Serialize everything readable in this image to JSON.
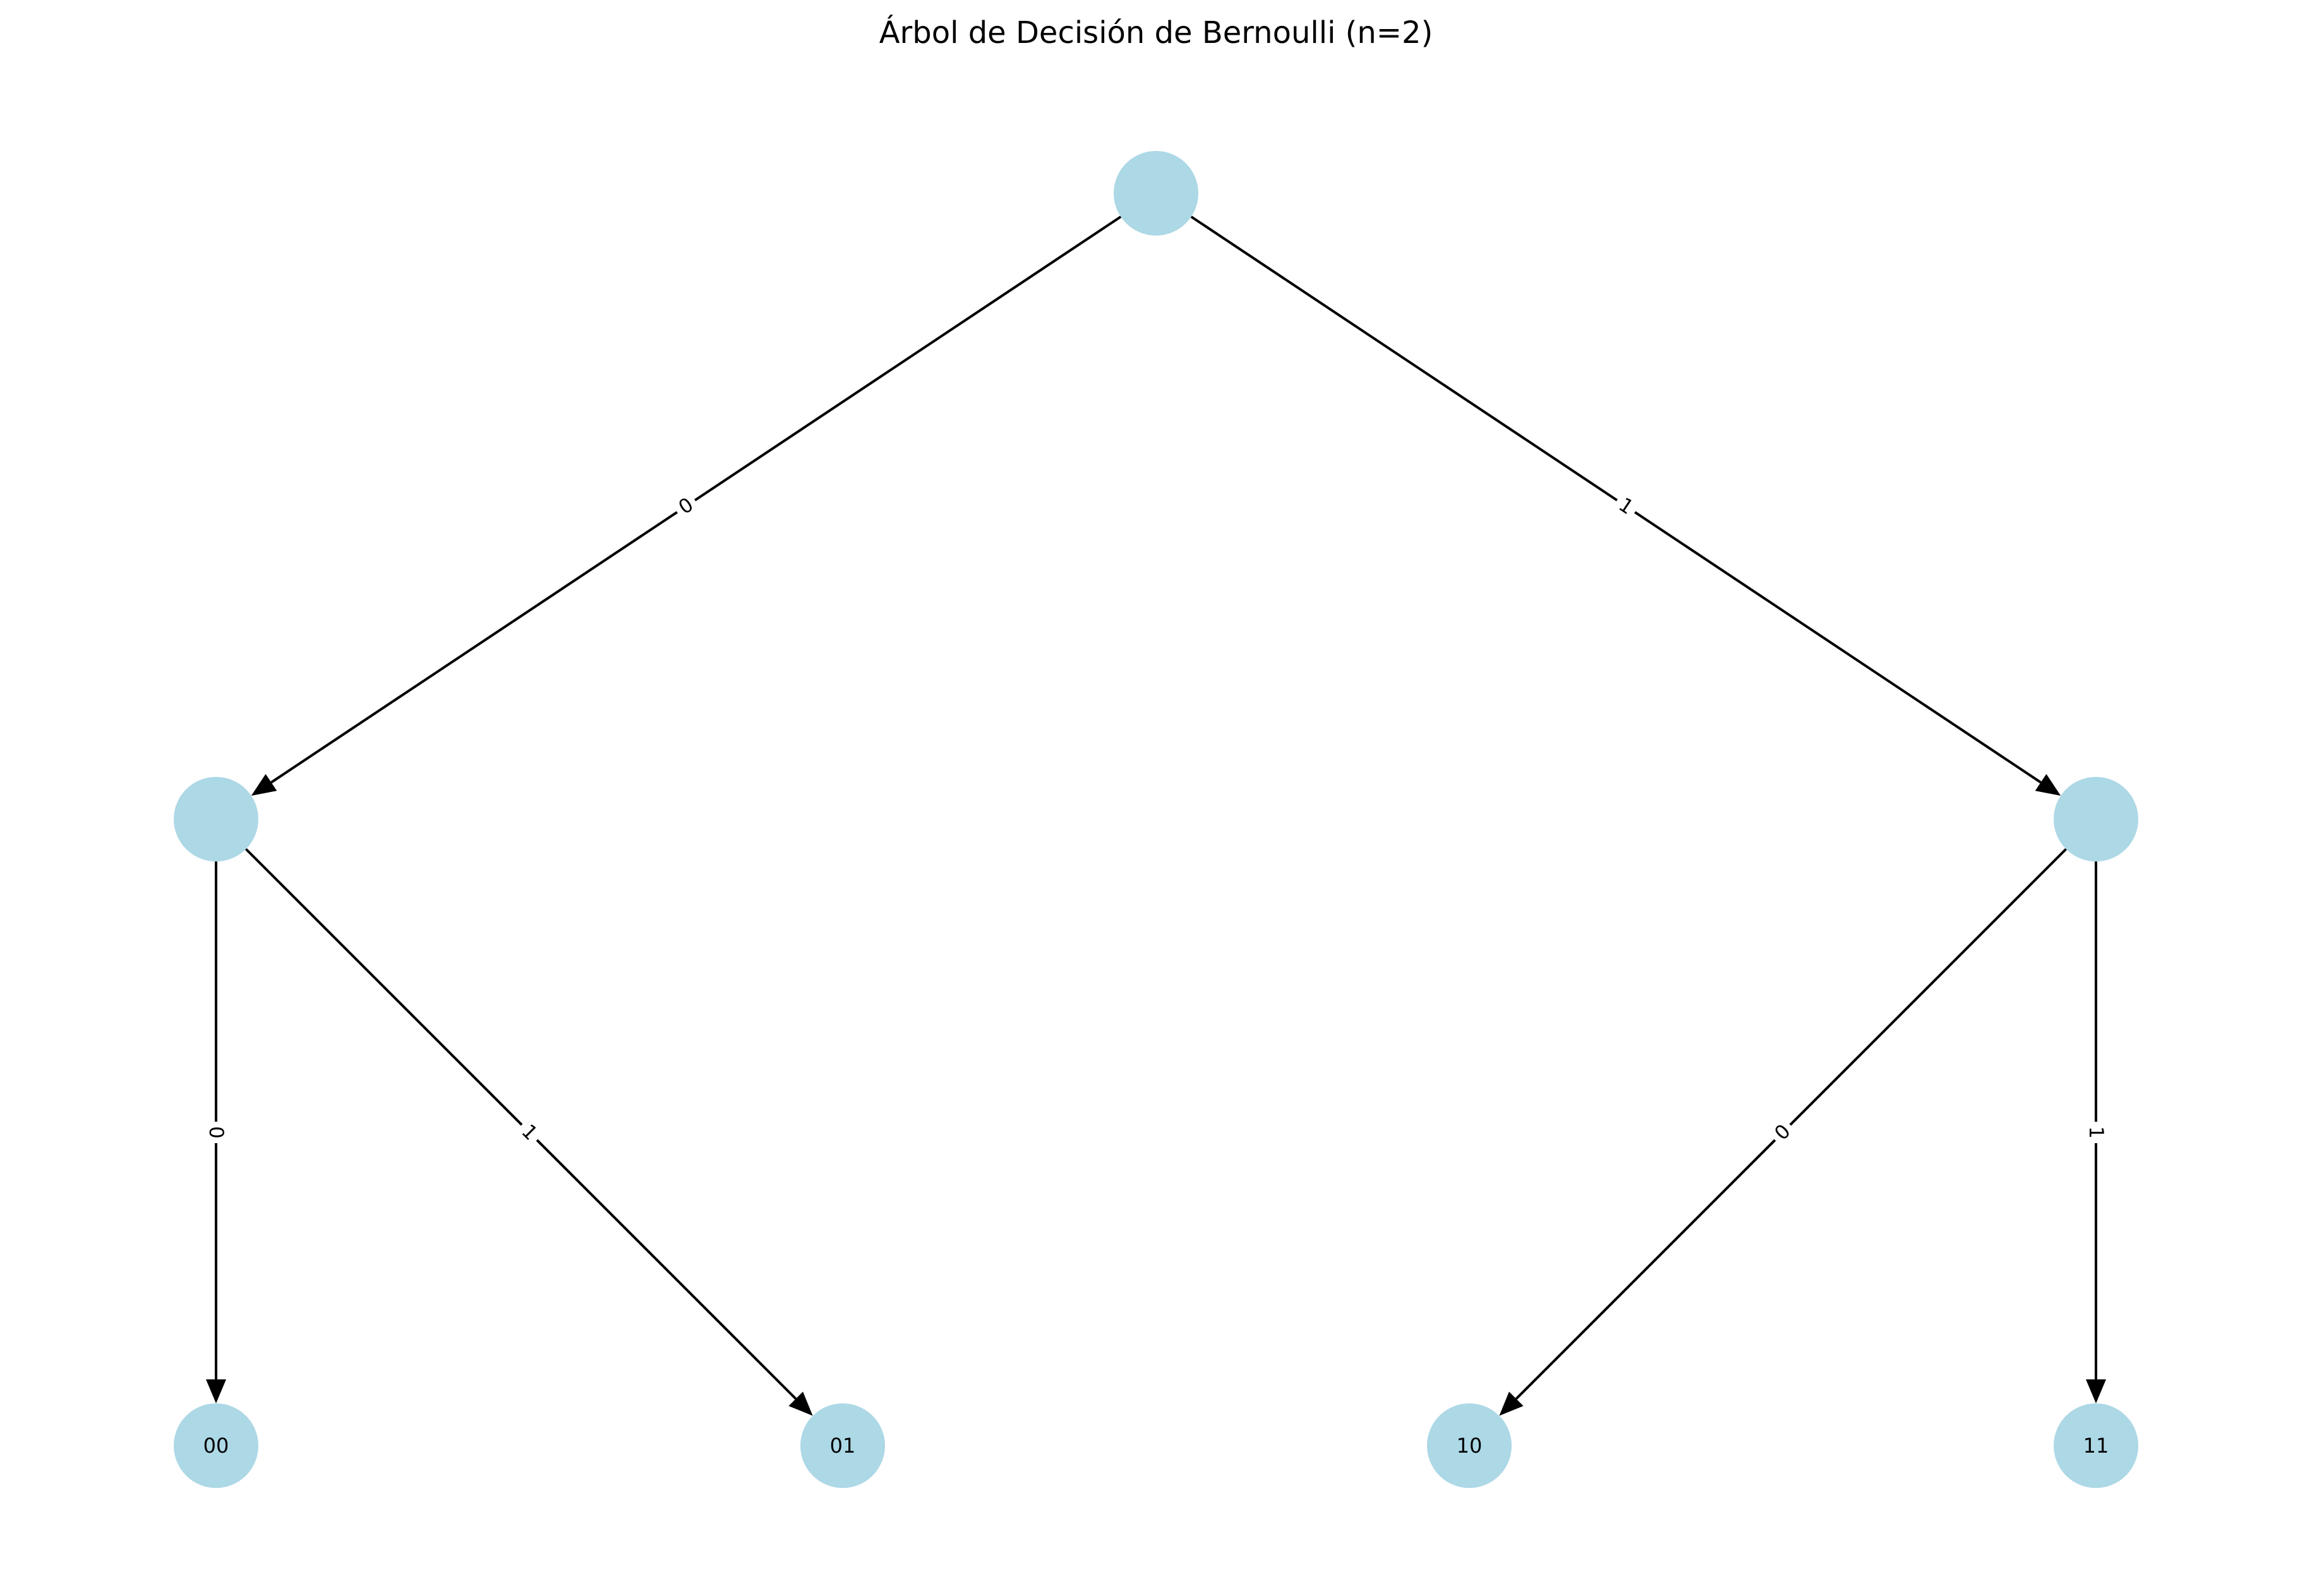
{
  "title": "Árbol de Decisión de Bernoulli (n=2)",
  "colors": {
    "node_fill": "#add8e6",
    "edge": "#000000",
    "background": "#ffffff"
  },
  "nodes": [
    {
      "id": "root",
      "label": ""
    },
    {
      "id": "0",
      "label": ""
    },
    {
      "id": "1",
      "label": ""
    },
    {
      "id": "00",
      "label": "00"
    },
    {
      "id": "01",
      "label": "01"
    },
    {
      "id": "10",
      "label": "10"
    },
    {
      "id": "11",
      "label": "11"
    }
  ],
  "edges": [
    {
      "from": "root",
      "to": "0",
      "label": "0"
    },
    {
      "from": "root",
      "to": "1",
      "label": "1"
    },
    {
      "from": "0",
      "to": "00",
      "label": "0"
    },
    {
      "from": "0",
      "to": "01",
      "label": "1"
    },
    {
      "from": "1",
      "to": "10",
      "label": "0"
    },
    {
      "from": "1",
      "to": "11",
      "label": "1"
    }
  ]
}
